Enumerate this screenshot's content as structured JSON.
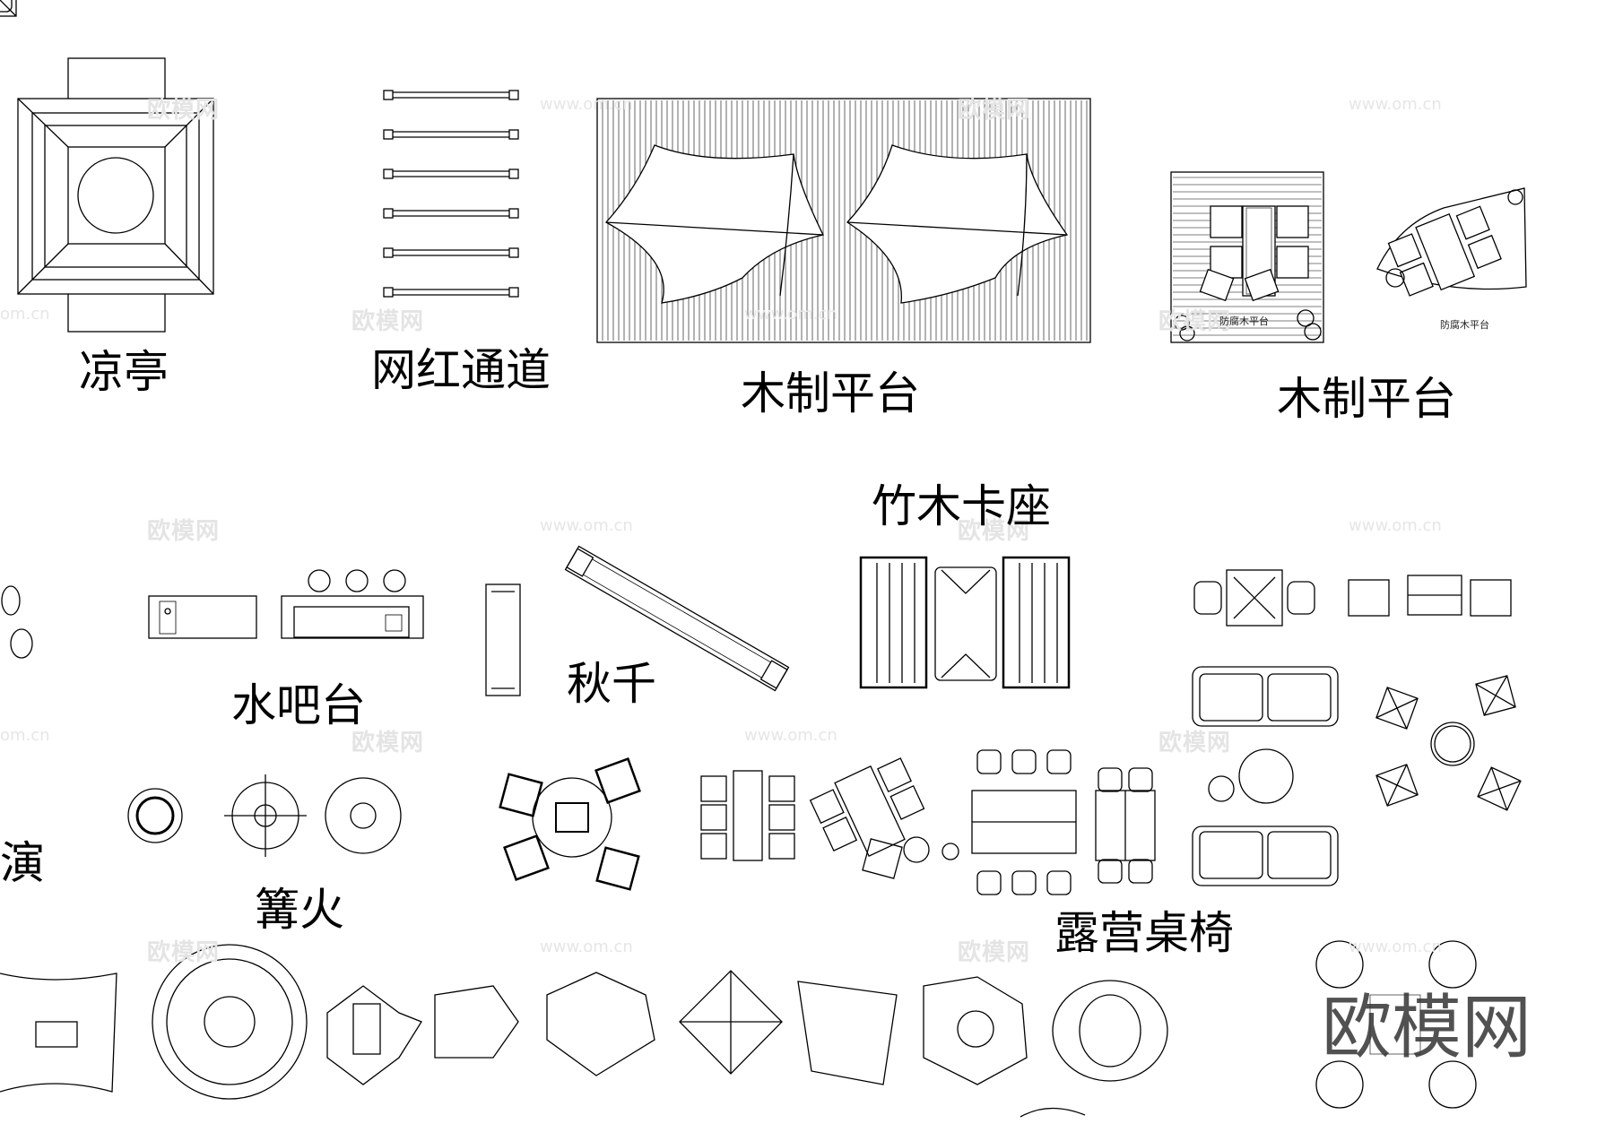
{
  "labels": {
    "pavilion": "凉亭",
    "influencer_path": "网红通道",
    "wood_platform_1": "木制平台",
    "wood_platform_2": "木制平台",
    "bamboo_booth": "竹木卡座",
    "water_bar": "水吧台",
    "swing": "秋千",
    "bonfire": "篝火",
    "camping_tables": "露营桌椅",
    "performance_partial": "演",
    "antiseptic_platform_1": "防腐木平台",
    "antiseptic_platform_2": "防腐木平台"
  },
  "watermark": {
    "brand": "欧模网",
    "url": "www.om.cn",
    "url_cut": "om.cn",
    "logo": "欧模网"
  },
  "colors": {
    "line": "#000000",
    "background": "#ffffff",
    "watermark": "#e4e4e4"
  }
}
